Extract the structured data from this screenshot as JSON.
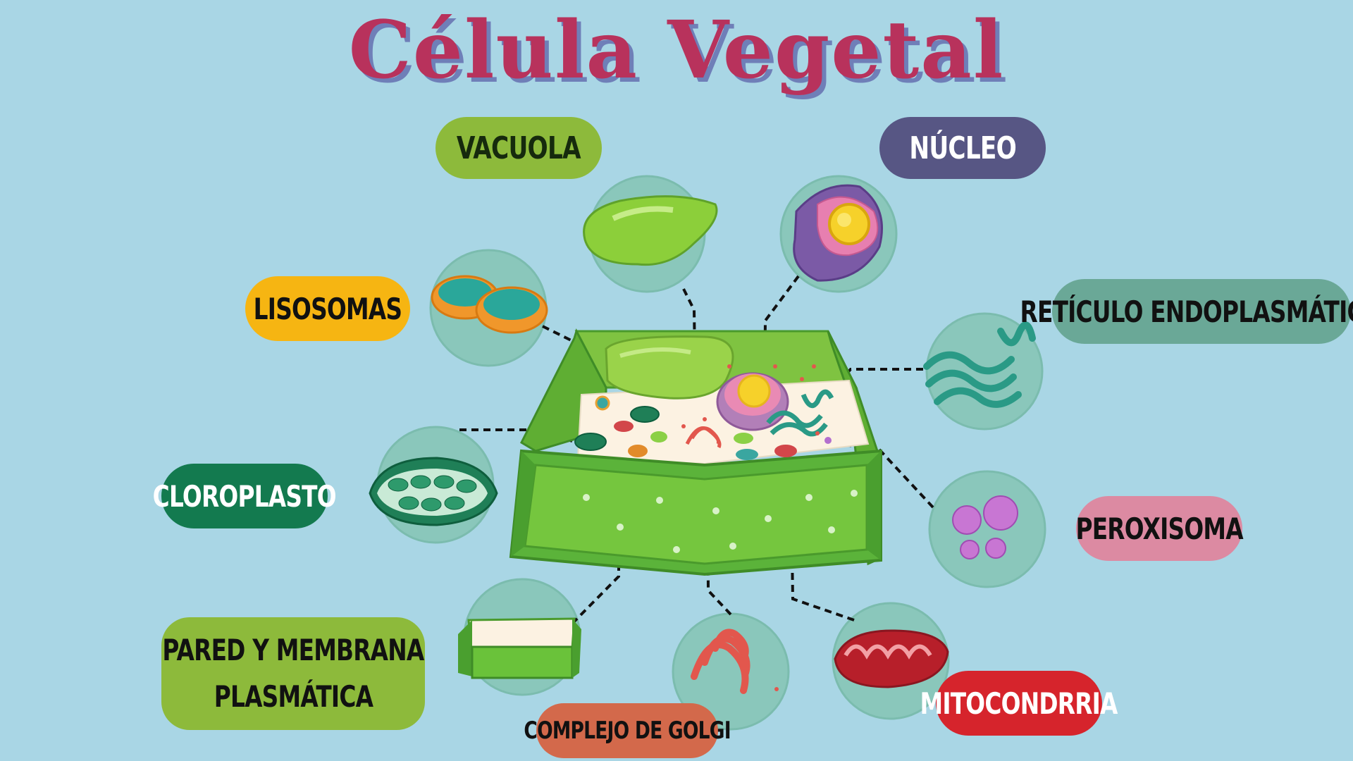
{
  "title": "Célula Vegetal",
  "labels": {
    "vacuola": "VACUOLA",
    "nucleo": "NÚCLEO",
    "lisosomas": "LISOSOMAS",
    "reticulo": "RETÍCULO ENDOPLASMÁTICO",
    "cloroplasto": "CLOROPLASTO",
    "peroxisoma": "PEROXISOMA",
    "pared_line1": "PARED Y MEMBRANA",
    "pared_line2": "PLASMÁTICA",
    "golgi": "COMPLEJO DE GOLGI",
    "mitocondria": "MITOCONDRRIA"
  },
  "colors": {
    "background": "#a9d6e5",
    "title": "#b8325c",
    "title_shadow": "#6f7fb8",
    "bubble": "#8ac7bb",
    "vacuola": "#8dba3b",
    "nucleo": "#575684",
    "lisosomas": "#f6b512",
    "reticulo": "#6aa897",
    "cloroplasto": "#137a4f",
    "peroxisoma": "#dc8aa2",
    "pared": "#8dba3b",
    "golgi": "#d3694b",
    "mitocondria": "#d6242c"
  }
}
